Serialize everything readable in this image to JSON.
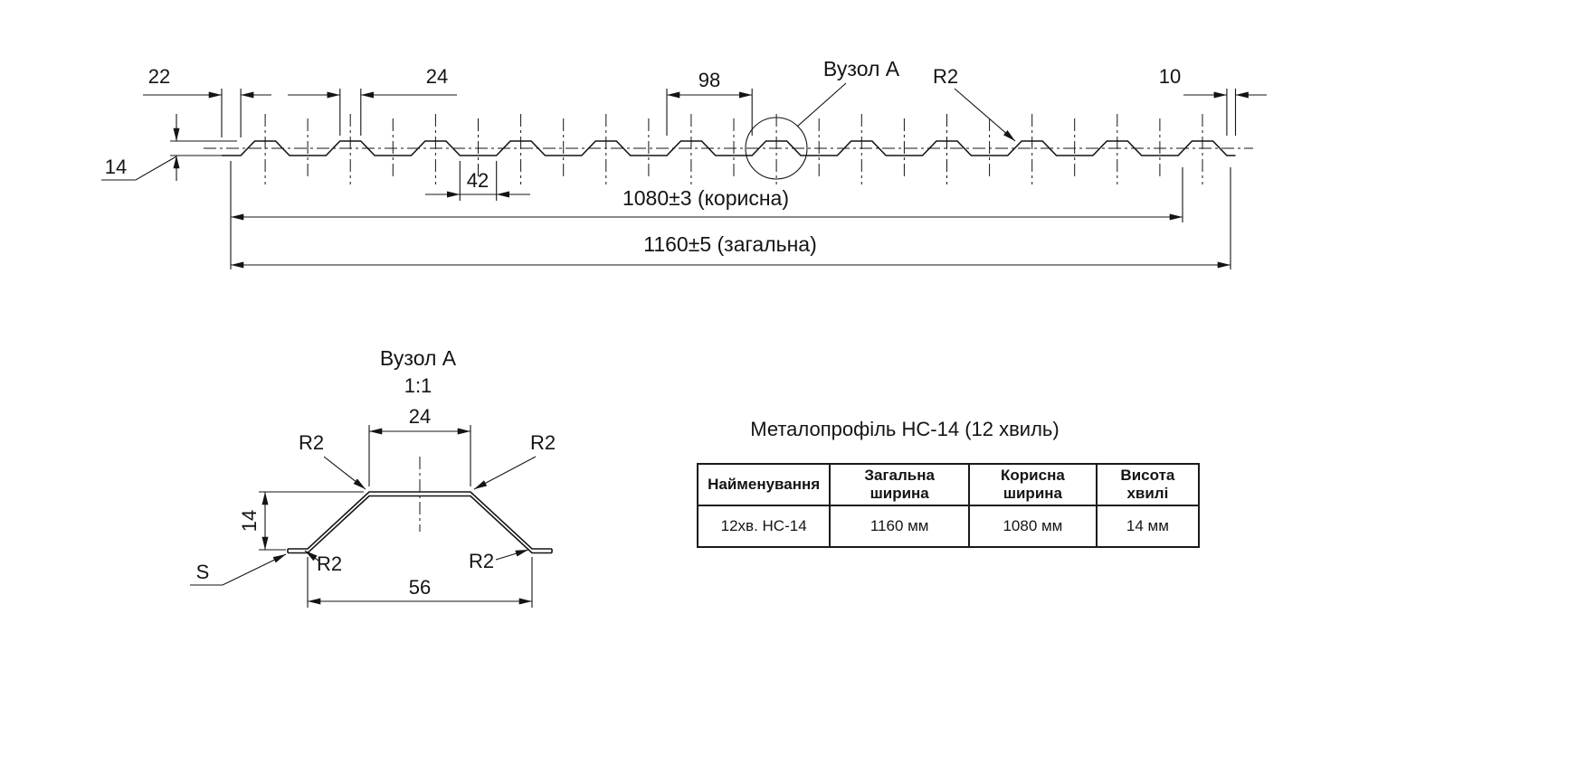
{
  "main_view": {
    "dim_22": "22",
    "dim_24": "24",
    "dim_98": "98",
    "dim_42": "42",
    "dim_14": "14",
    "dim_10": "10",
    "dim_r2": "R2",
    "dim_useful": "1080±3 (корисна)",
    "dim_total": "1160±5 (загальна)",
    "node_label": "Вузол А"
  },
  "detail_view": {
    "title": "Вузол А",
    "scale": "1:1",
    "dim_24": "24",
    "dim_14": "14",
    "dim_56": "56",
    "r2_top_left": "R2",
    "r2_top_right": "R2",
    "r2_bottom_left": "R2",
    "r2_bottom_right": "R2",
    "thickness_label": "S"
  },
  "spec_table": {
    "title": "Металопрофіль НС-14 (12 хвиль)",
    "headers": [
      "Найменування",
      "Загальна ширина",
      "Корисна ширина",
      "Висота хвилі"
    ],
    "rows": [
      [
        "12хв. НС-14",
        "1160 мм",
        "1080 мм",
        "14 мм"
      ]
    ]
  }
}
